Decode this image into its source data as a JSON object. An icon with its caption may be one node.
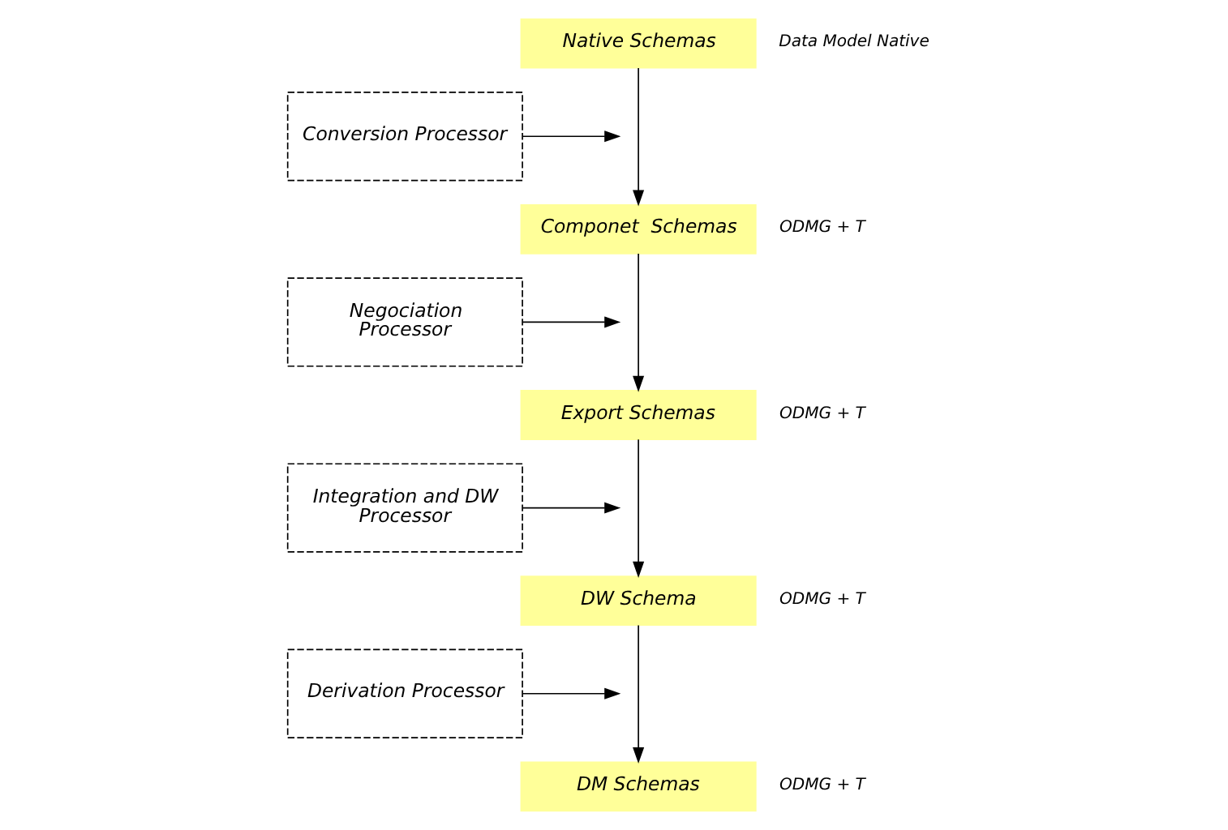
{
  "diagram": {
    "nodes": [
      {
        "text": [
          "Native Schemas"
        ],
        "beside": [
          "Data Model Native"
        ]
      },
      {
        "text": [
          "Conversion Processor"
        ]
      },
      {
        "text": [
          "Componet  Schemas"
        ],
        "beside": [
          "ODMG + T"
        ]
      },
      {
        "text": [
          "Negociation Processor"
        ]
      },
      {
        "text": [
          "Export Schemas"
        ],
        "beside": [
          "ODMG + T"
        ]
      },
      {
        "text": [
          "Integration and DW Processor"
        ]
      },
      {
        "text": [
          "DW Schema"
        ],
        "beside": [
          "ODMG + T"
        ]
      },
      {
        "text": [
          "Derivation Processor"
        ]
      },
      {
        "text": [
          "DM Schemas"
        ],
        "beside": [
          "ODMG + T"
        ]
      }
    ],
    "edges": [
      {
        "from": 0,
        "to": 2,
        "arrow": "to"
      },
      {
        "from": 2,
        "to": 4,
        "arrow": "to"
      },
      {
        "from": 4,
        "to": 6,
        "arrow": "to"
      },
      {
        "from": 6,
        "to": 8,
        "arrow": "to"
      },
      {
        "from": 1,
        "to": null,
        "arrow": "to"
      },
      {
        "from": 3,
        "to": null,
        "arrow": "to"
      },
      {
        "from": 5,
        "to": null,
        "arrow": "to"
      },
      {
        "from": 7,
        "to": null,
        "arrow": "to"
      }
    ]
  }
}
